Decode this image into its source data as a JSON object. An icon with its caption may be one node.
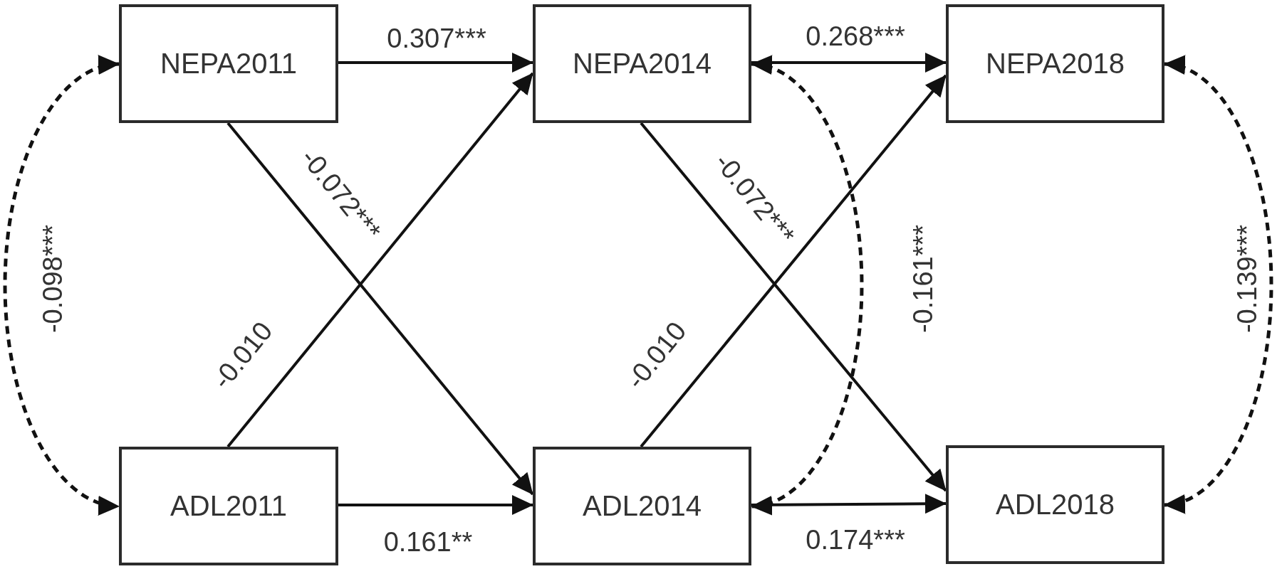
{
  "diagram": {
    "nodes": [
      {
        "text": [
          "NEPA2011"
        ]
      },
      {
        "text": [
          "NEPA2014"
        ]
      },
      {
        "text": [
          "NEPA2018"
        ]
      },
      {
        "text": [
          "ADL2011"
        ]
      },
      {
        "text": [
          "ADL2014"
        ]
      },
      {
        "text": [
          "ADL2018"
        ]
      }
    ],
    "edges": [
      {
        "from": 0,
        "to": 1,
        "arrow": "to",
        "label": "0.307***"
      },
      {
        "from": 0,
        "to": 4,
        "arrow": "to",
        "label": "-0.072***"
      },
      {
        "from": 3,
        "to": 1,
        "arrow": "to",
        "label": "-0.010"
      },
      {
        "from": 3,
        "to": 4,
        "arrow": "to",
        "label": "0.161**"
      },
      {
        "from": 1,
        "to": 2,
        "arrow": "to",
        "label": "0.268***"
      },
      {
        "from": 1,
        "to": 5,
        "arrow": "to",
        "label": "-0.072***"
      },
      {
        "from": 4,
        "to": 2,
        "arrow": "to",
        "label": "-0.010"
      },
      {
        "from": 4,
        "to": 5,
        "arrow": "to",
        "label": "0.174***"
      },
      {
        "from": 0,
        "to": 3,
        "arrow": "both",
        "style": "dashed",
        "label": "-0.098***"
      },
      {
        "from": 1,
        "to": 4,
        "arrow": "both",
        "style": "dashed",
        "label": "-0.161***"
      },
      {
        "from": 2,
        "to": 5,
        "arrow": "both",
        "style": "dashed",
        "label": "-0.139***"
      }
    ]
  }
}
